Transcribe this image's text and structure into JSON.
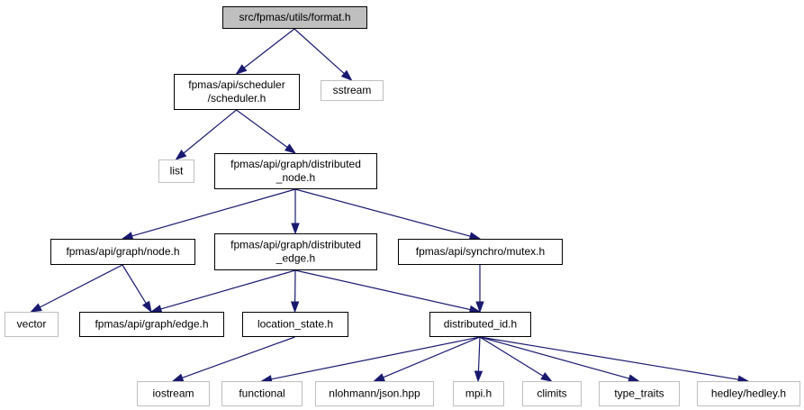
{
  "colors": {
    "root_fill": "#bfbfbf",
    "root_stroke": "#000000",
    "internal_fill": "#ffffff",
    "internal_stroke": "#000000",
    "external_fill": "#ffffff",
    "external_stroke": "#bfbfbf",
    "edge": "#191970"
  },
  "nodes": [
    {
      "id": "format",
      "lines": [
        "src/fpmas/utils/format.h"
      ],
      "kind": "root"
    },
    {
      "id": "scheduler",
      "lines": [
        "fpmas/api/scheduler",
        "/scheduler.h"
      ],
      "kind": "internal"
    },
    {
      "id": "sstream",
      "lines": [
        "sstream"
      ],
      "kind": "external"
    },
    {
      "id": "list",
      "lines": [
        "list"
      ],
      "kind": "external"
    },
    {
      "id": "dist_node",
      "lines": [
        "fpmas/api/graph/distributed",
        "_node.h"
      ],
      "kind": "internal"
    },
    {
      "id": "node_h",
      "lines": [
        "fpmas/api/graph/node.h"
      ],
      "kind": "internal"
    },
    {
      "id": "dist_edge",
      "lines": [
        "fpmas/api/graph/distributed",
        "_edge.h"
      ],
      "kind": "internal"
    },
    {
      "id": "mutex",
      "lines": [
        "fpmas/api/synchro/mutex.h"
      ],
      "kind": "internal"
    },
    {
      "id": "vector",
      "lines": [
        "vector"
      ],
      "kind": "external"
    },
    {
      "id": "edge_h",
      "lines": [
        "fpmas/api/graph/edge.h"
      ],
      "kind": "internal"
    },
    {
      "id": "location_state",
      "lines": [
        "location_state.h"
      ],
      "kind": "internal"
    },
    {
      "id": "distributed_id",
      "lines": [
        "distributed_id.h"
      ],
      "kind": "internal"
    },
    {
      "id": "iostream",
      "lines": [
        "iostream"
      ],
      "kind": "external"
    },
    {
      "id": "functional",
      "lines": [
        "functional"
      ],
      "kind": "external"
    },
    {
      "id": "json",
      "lines": [
        "nlohmann/json.hpp"
      ],
      "kind": "external"
    },
    {
      "id": "mpi",
      "lines": [
        "mpi.h"
      ],
      "kind": "external"
    },
    {
      "id": "climits",
      "lines": [
        "climits"
      ],
      "kind": "external"
    },
    {
      "id": "type_traits",
      "lines": [
        "type_traits"
      ],
      "kind": "external"
    },
    {
      "id": "hedley",
      "lines": [
        "hedley/hedley.h"
      ],
      "kind": "external"
    }
  ],
  "edges": [
    {
      "from": "format",
      "to": "scheduler"
    },
    {
      "from": "format",
      "to": "sstream"
    },
    {
      "from": "scheduler",
      "to": "list"
    },
    {
      "from": "scheduler",
      "to": "dist_node"
    },
    {
      "from": "dist_node",
      "to": "node_h"
    },
    {
      "from": "dist_node",
      "to": "dist_edge"
    },
    {
      "from": "dist_node",
      "to": "mutex"
    },
    {
      "from": "node_h",
      "to": "vector"
    },
    {
      "from": "node_h",
      "to": "edge_h"
    },
    {
      "from": "dist_edge",
      "to": "edge_h"
    },
    {
      "from": "dist_edge",
      "to": "location_state"
    },
    {
      "from": "dist_edge",
      "to": "distributed_id"
    },
    {
      "from": "mutex",
      "to": "distributed_id"
    },
    {
      "from": "location_state",
      "to": "iostream"
    },
    {
      "from": "distributed_id",
      "to": "functional"
    },
    {
      "from": "distributed_id",
      "to": "json"
    },
    {
      "from": "distributed_id",
      "to": "mpi"
    },
    {
      "from": "distributed_id",
      "to": "climits"
    },
    {
      "from": "distributed_id",
      "to": "type_traits"
    },
    {
      "from": "distributed_id",
      "to": "hedley"
    }
  ]
}
